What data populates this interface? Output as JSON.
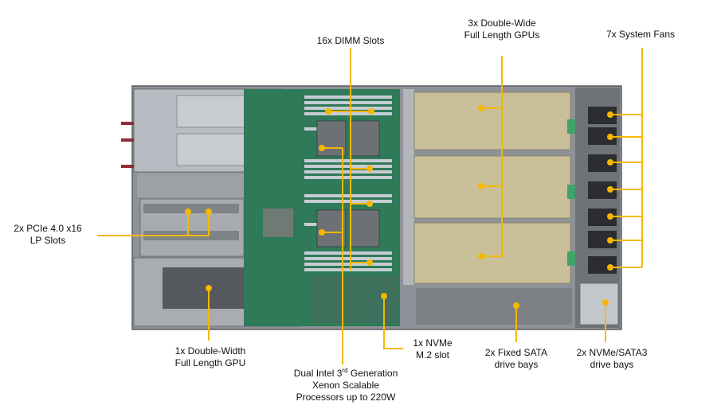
{
  "colors": {
    "callout": "#f5b800",
    "chassis": "#8e9298",
    "pcb": "#2f7a58",
    "gpu_cover": "#c9bf98",
    "background": "#ffffff"
  },
  "labels": {
    "dimm": [
      "16x DIMM  Slots"
    ],
    "gpus_fl": [
      "3x Double-Wide",
      "Full Length GPUs"
    ],
    "fans": [
      "7x System Fans"
    ],
    "pcie": [
      "2x PCIe 4.0 x16",
      "LP Slots"
    ],
    "gpu_dw": [
      "1x Double-Width",
      "Full Length GPU"
    ],
    "cpu_line1_pre": "Dual Intel 3",
    "cpu_line1_sup": "rd",
    "cpu_line1_post": " Generation",
    "cpu_line2": "Xenon Scalable",
    "cpu_line3": "Processors up to 220W",
    "nvme_m2": [
      "1x NVMe",
      "M.2 slot"
    ],
    "sata": [
      "2x Fixed SATA",
      "drive bays"
    ],
    "nvme_sata": [
      "2x NVMe/SATA3",
      "drive bays"
    ]
  }
}
